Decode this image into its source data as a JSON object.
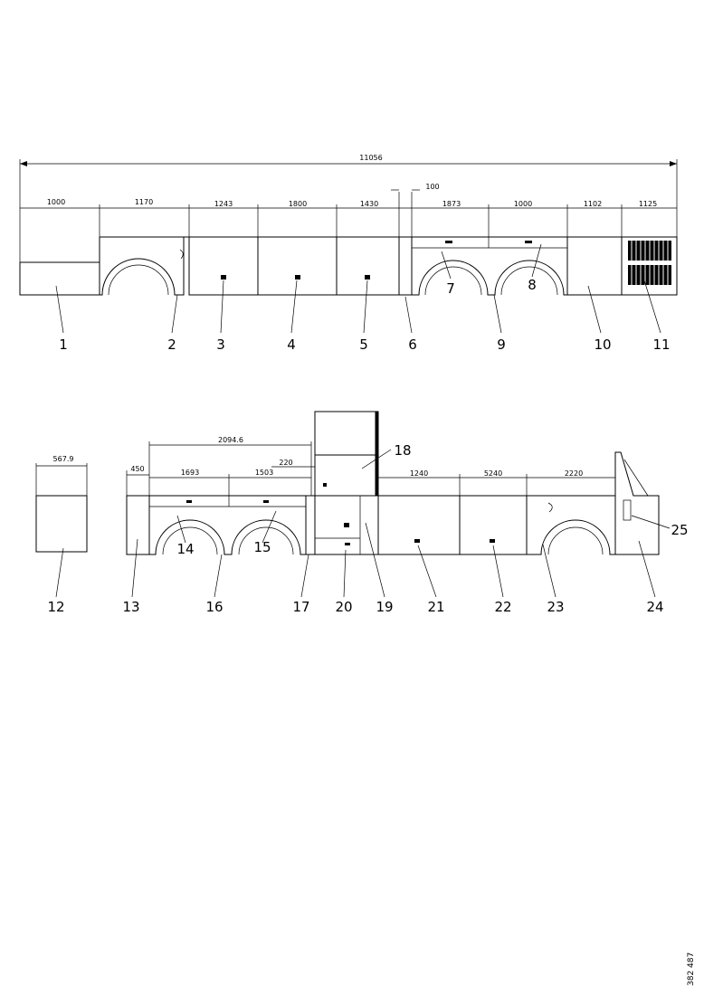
{
  "upper_view": {
    "overall_dimension": "11056",
    "dimensions": [
      "1000",
      "1170",
      "1243",
      "1800",
      "1430",
      "100",
      "1873",
      "1000",
      "1102",
      "1125"
    ],
    "callouts": [
      "1",
      "2",
      "3",
      "4",
      "5",
      "6",
      "7",
      "8",
      "9",
      "10",
      "11"
    ]
  },
  "lower_view": {
    "dimensions": [
      "567.9",
      "450",
      "2094.6",
      "1693",
      "1503",
      "220",
      "1240",
      "5240",
      "2220"
    ],
    "callouts": [
      "12",
      "13",
      "14",
      "15",
      "16",
      "17",
      "18",
      "19",
      "20",
      "21",
      "22",
      "23",
      "24",
      "25"
    ]
  },
  "reference": "382 487"
}
